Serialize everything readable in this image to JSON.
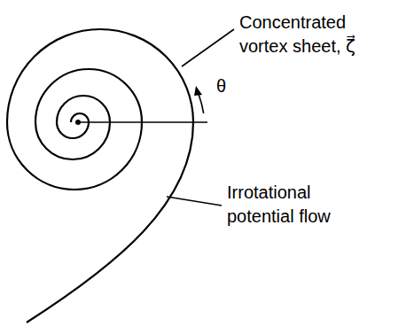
{
  "diagram": {
    "labels": [
      "Concentrated vortex sheet, ζ⃗",
      "θ",
      "Irrotational potential flow"
    ]
  }
}
